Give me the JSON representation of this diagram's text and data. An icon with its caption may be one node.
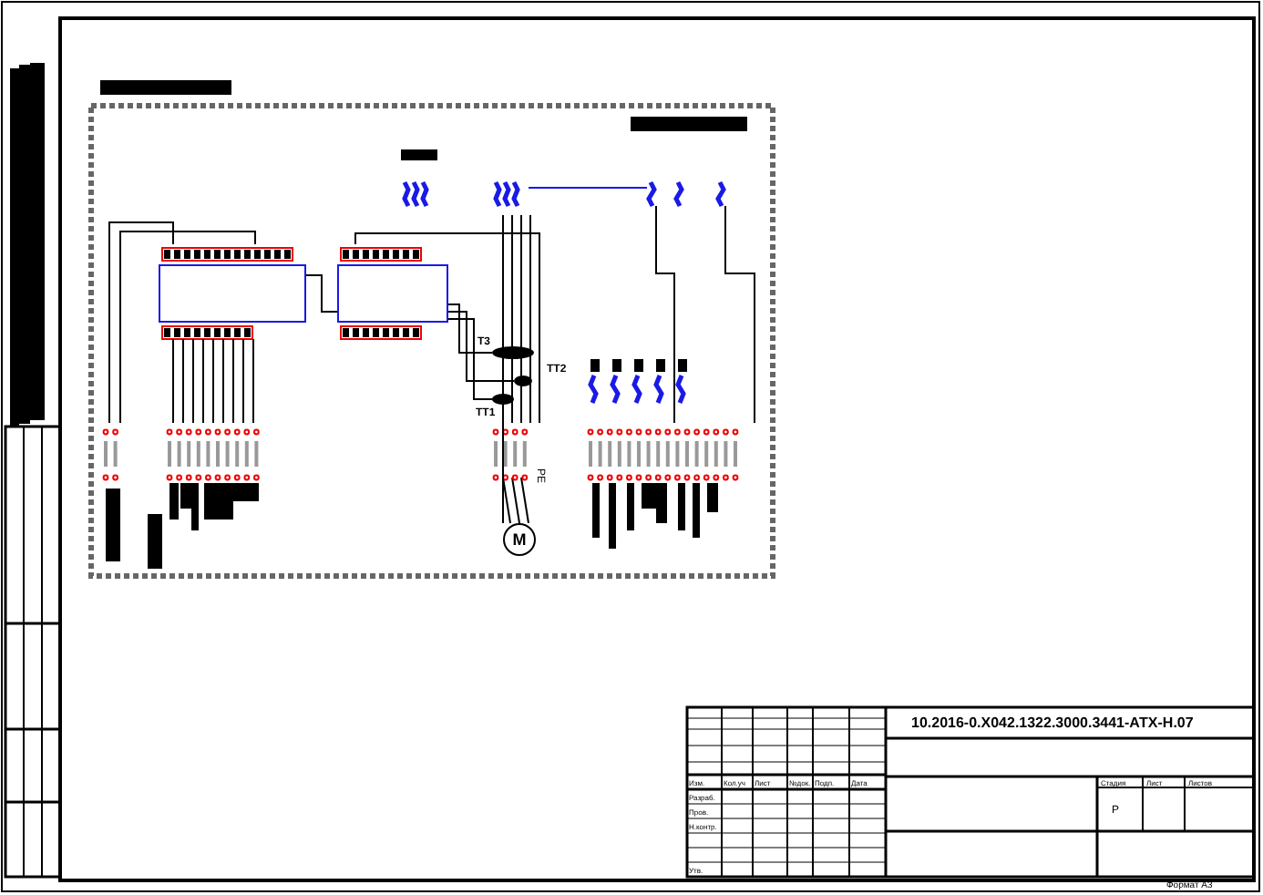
{
  "diagram": {
    "nodes": [
      {
        "text": [],
        "shape": "box"
      },
      {
        "text": [],
        "shape": "box"
      },
      {
        "text": [],
        "shape": "ellipse",
        "beside": [
          "Т3"
        ]
      },
      {
        "text": [],
        "shape": "ellipse",
        "beside": [
          "ТТ2"
        ]
      },
      {
        "text": [],
        "shape": "ellipse",
        "beside": [
          "ТТ1"
        ]
      },
      {
        "text": [
          "М"
        ]
      }
    ],
    "edges": [
      {
        "from": 0,
        "to": 1,
        "arrow": "none"
      },
      {
        "from": 1,
        "to": 2,
        "arrow": "none"
      },
      {
        "from": 1,
        "to": 3,
        "arrow": "none"
      },
      {
        "from": 1,
        "to": 4,
        "arrow": "none"
      },
      {
        "from": 4,
        "to": 5,
        "arrow": "none"
      }
    ],
    "labels": [
      "PE",
      "10.2016-0.Х042.1322.3000.3441-АТХ-Н.07",
      "Изм.",
      "Кол.уч",
      "Лист",
      "№док.",
      "Подп.",
      "Дата",
      "Разраб.",
      "Пров.",
      "Н.контр.",
      "Утв.",
      "Стадия",
      "Лист",
      "Листов",
      "Р",
      "Формат А3"
    ]
  }
}
